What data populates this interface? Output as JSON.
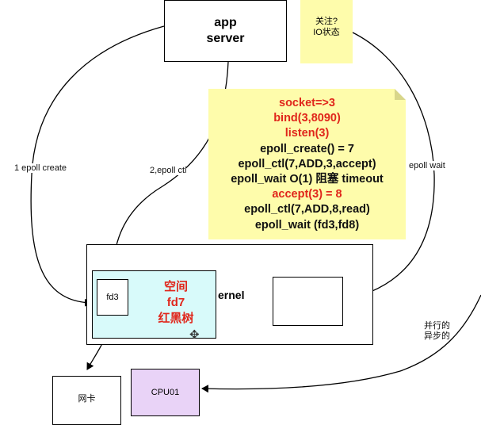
{
  "app_server": {
    "line1": "app",
    "line2": "server"
  },
  "small_note": {
    "line1": "关注?",
    "line2": "IO状态"
  },
  "code_note": {
    "lines": [
      {
        "text": "socket=>3",
        "color": "red"
      },
      {
        "text": "bind(3,8090)",
        "color": "red"
      },
      {
        "text": "listen(3)",
        "color": "red"
      },
      {
        "text": "epoll_create() = 7",
        "color": "black"
      },
      {
        "text": "epoll_ctl(7,ADD,3,accept)",
        "color": "black"
      },
      {
        "text": "epoll_wait  O(1)  阻塞   timeout",
        "color": "black"
      },
      {
        "text": "accept(3)  =   8",
        "color": "red"
      },
      {
        "text": "epoll_ctl(7,ADD,8,read)",
        "color": "black"
      },
      {
        "text": "epoll_wait   (fd3,fd8)",
        "color": "black"
      }
    ]
  },
  "arrows": {
    "epoll_create": "1 epoll  create",
    "epoll_ctl": "2,epoll  ctl",
    "epoll_wait": "epoll wait",
    "parallel_async": {
      "line1": "并行的",
      "line2": "异步的"
    }
  },
  "kernel": {
    "label": "ernel"
  },
  "kernel_space": {
    "line1": "空间",
    "line2": "fd7",
    "line3": "红黑树"
  },
  "fd3": {
    "label": "fd3"
  },
  "nic": {
    "label": "网卡"
  },
  "cpu": {
    "label": "CPU01"
  },
  "colors": {
    "note": "#fefcab",
    "code_red": "#e0261b",
    "kernel_space": "#d8fafa",
    "cpu_fill": "#e9d3f7"
  }
}
